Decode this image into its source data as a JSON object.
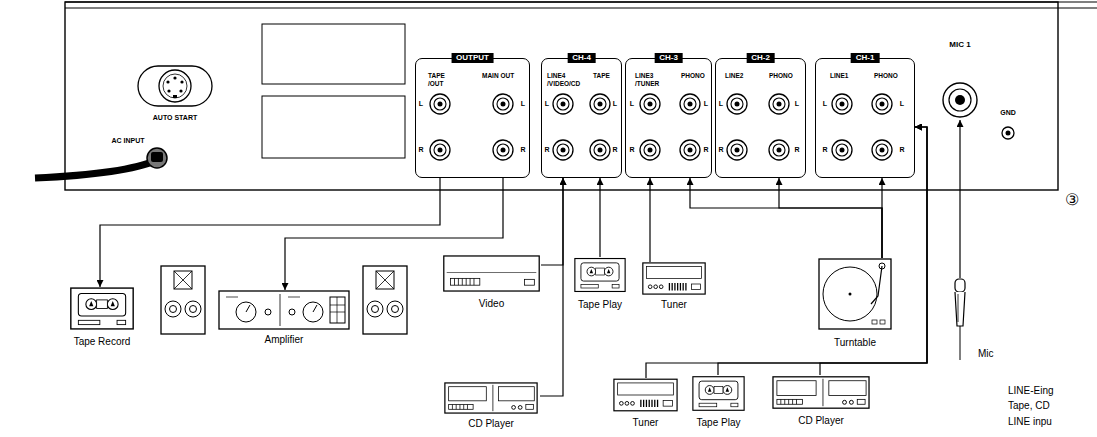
{
  "diagram": {
    "nodes": [
      {
        "text": [
          "OUTPUT",
          "TAPE /OUT",
          "MAIN OUT"
        ]
      },
      {
        "text": [
          "CH-4",
          "LINE4 /VIDEO/CD",
          "TAPE"
        ]
      },
      {
        "text": [
          "CH-3",
          "LINE3 /TUNER",
          "PHONO"
        ]
      },
      {
        "text": [
          "CH-2",
          "LINE2",
          "PHONO"
        ]
      },
      {
        "text": [
          "CH-1",
          "LINE1",
          "PHONO"
        ]
      },
      {
        "text": [
          "MIC 1"
        ]
      },
      {
        "text": [
          "Tape Record"
        ]
      },
      {
        "text": [
          "Amplifier"
        ]
      },
      {
        "text": [
          "Video"
        ]
      },
      {
        "text": [
          "CD Player"
        ]
      },
      {
        "text": [
          "Tape Play"
        ]
      },
      {
        "text": [
          "Tuner"
        ]
      },
      {
        "text": [
          "Turntable"
        ]
      },
      {
        "text": [
          "Mic"
        ]
      },
      {
        "text": [
          "Tuner"
        ]
      },
      {
        "text": [
          "Tape Play"
        ]
      },
      {
        "text": [
          "CD Player"
        ]
      }
    ],
    "edges": [
      {
        "from": 0,
        "to": 6,
        "arrow": "to"
      },
      {
        "from": 0,
        "to": 7,
        "arrow": "to"
      },
      {
        "from": 8,
        "to": 1,
        "arrow": "to"
      },
      {
        "from": 9,
        "to": 1,
        "arrow": "to"
      },
      {
        "from": 10,
        "to": 1,
        "arrow": "to"
      },
      {
        "from": 11,
        "to": 2,
        "arrow": "to"
      },
      {
        "from": 12,
        "to": 2,
        "arrow": "to"
      },
      {
        "from": 12,
        "to": 3,
        "arrow": "to"
      },
      {
        "from": 12,
        "to": 4,
        "arrow": "to"
      },
      {
        "from": 13,
        "to": 5,
        "arrow": "to"
      },
      {
        "from": 14,
        "to": 4,
        "arrow": "to"
      },
      {
        "from": 15,
        "to": 4,
        "arrow": "to"
      },
      {
        "from": 16,
        "to": 4,
        "arrow": "to"
      }
    ],
    "labels": [
      "AUTO START",
      "AC INPUT",
      "GND",
      "L",
      "L",
      "R",
      "R",
      "L",
      "L",
      "R",
      "R",
      "L",
      "L",
      "R",
      "R",
      "L",
      "L",
      "R",
      "R",
      "L",
      "L",
      "R",
      "R",
      "③",
      "LINE-Eing",
      "Tape, CD",
      "LINE inpu"
    ]
  }
}
